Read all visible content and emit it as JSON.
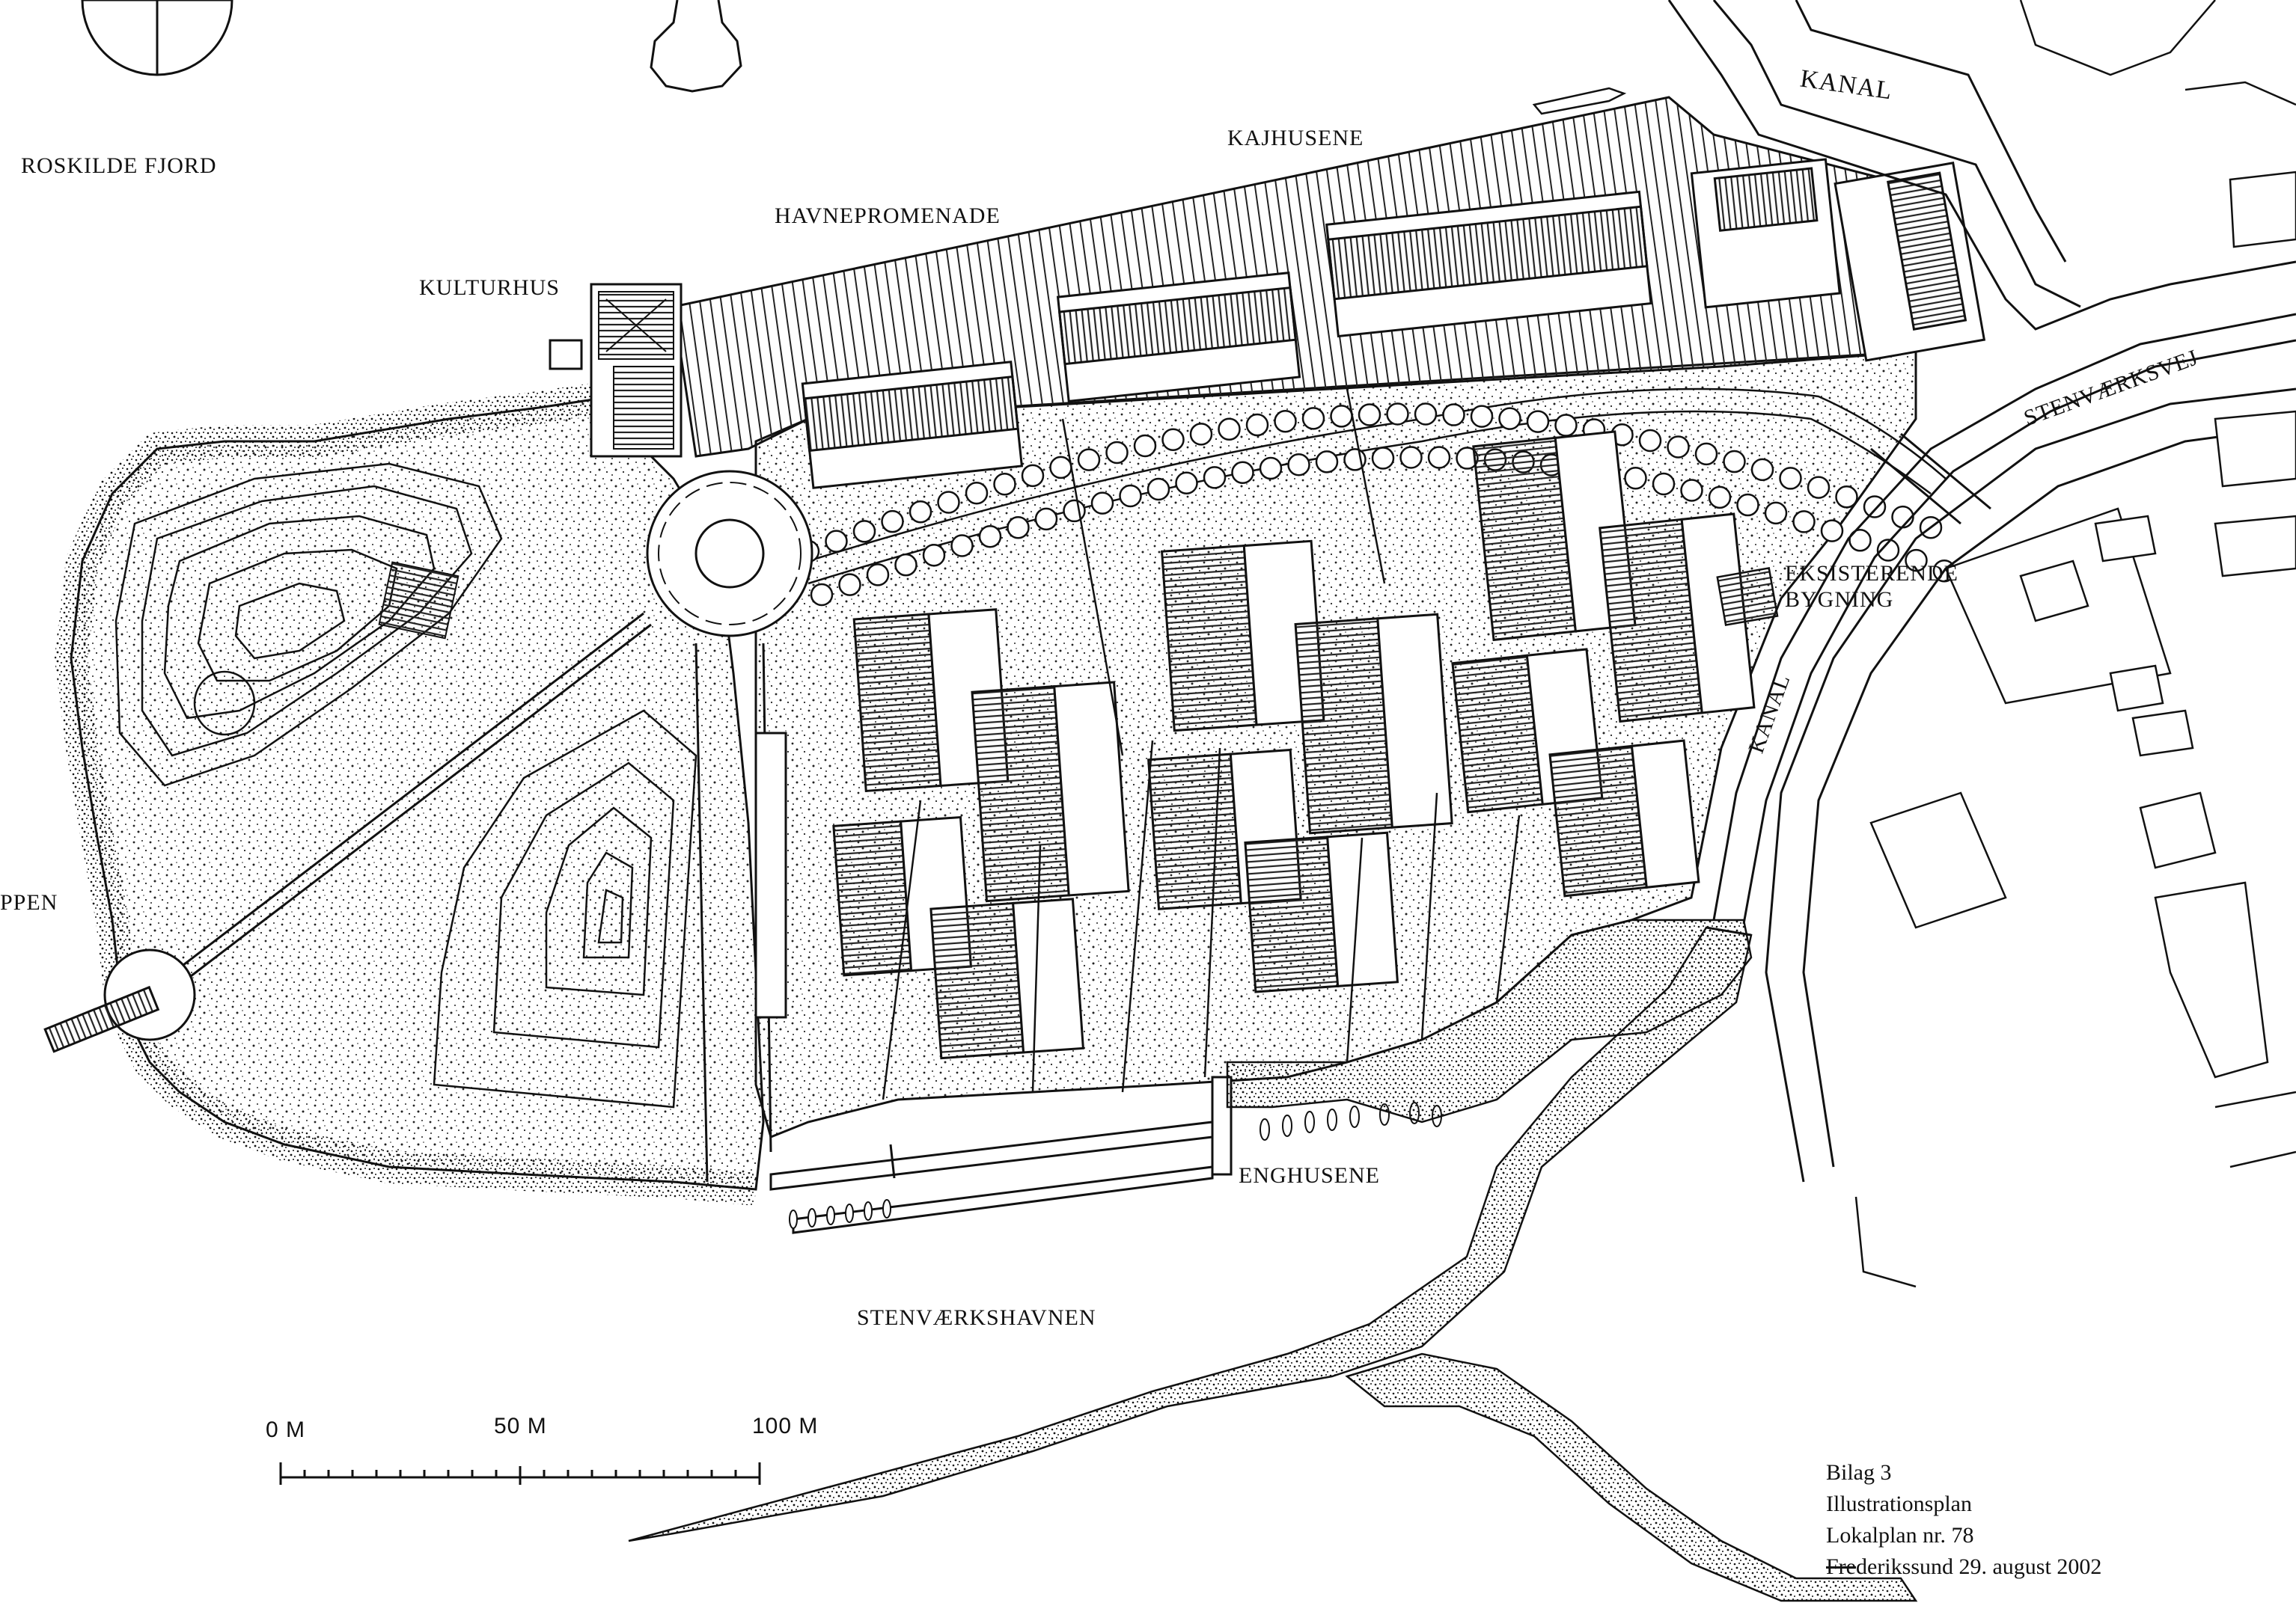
{
  "labels": {
    "roskilde_fjord": "ROSKILDE FJORD",
    "kajhusene": "KAJHUSENE",
    "havnepromenade": "HAVNEPROMENADE",
    "kulturhus": "KULTURHUS",
    "kanal_top": "KANAL",
    "stenvaerksvej": "STENVÆRKSVEJ",
    "eksisterende": "EKSISTERENDE",
    "bygning": "BYGNING",
    "kanal_side": "KANAL",
    "ppen": "PPEN",
    "enghusene": "ENGHUSENE",
    "stenvaerkshavnen": "STENVÆRKSHAVNEN"
  },
  "scale": {
    "label_0": "0 M",
    "label_50": "50 M",
    "label_100": "100 M"
  },
  "caption": {
    "line1": "Bilag 3",
    "line2": "Illustrationsplan",
    "line3": "Lokalplan nr. 78",
    "line4_struck": "Fre",
    "line4_rest": "derikssund 29. august 2002"
  },
  "colors": {
    "ink": "#111111",
    "paper": "#ffffff"
  }
}
